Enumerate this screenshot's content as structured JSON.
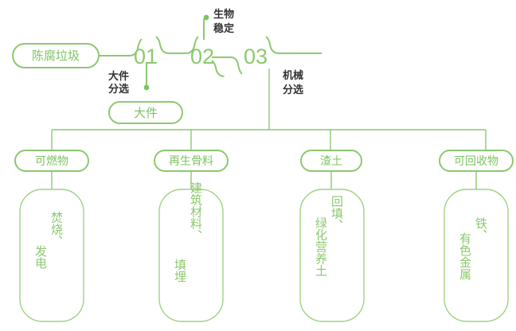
{
  "diagram": {
    "title_pill": {
      "label": "陈腐垃圾",
      "name": "aged-waste"
    },
    "accent_color": "#8CC96E",
    "accent_color_dark": "#7DC462",
    "text_color": "#333333",
    "background": "#ffffff",
    "stages": [
      {
        "number": "01",
        "note": "大件\n分选",
        "note_line1": "大件",
        "note_line2": "分选"
      },
      {
        "number": "02",
        "note_line1": "生物",
        "note_line2": "稳定"
      },
      {
        "number": "03",
        "note_line1": "机械",
        "note_line2": "分选"
      }
    ],
    "side_output": {
      "label": "大件"
    },
    "outputs": [
      {
        "pill": "可燃物",
        "detail_col_right": "焚烧、",
        "detail_col_left": "发电"
      },
      {
        "pill": "再生骨料",
        "detail_col_right": "建筑材料、",
        "detail_col_left": "填埋"
      },
      {
        "pill": "渣土",
        "detail_col_right": "回填、",
        "detail_col_left": "绿化营养土"
      },
      {
        "pill": "可回收物",
        "detail_col_right": "铁、",
        "detail_col_left": "有色金属"
      }
    ]
  }
}
